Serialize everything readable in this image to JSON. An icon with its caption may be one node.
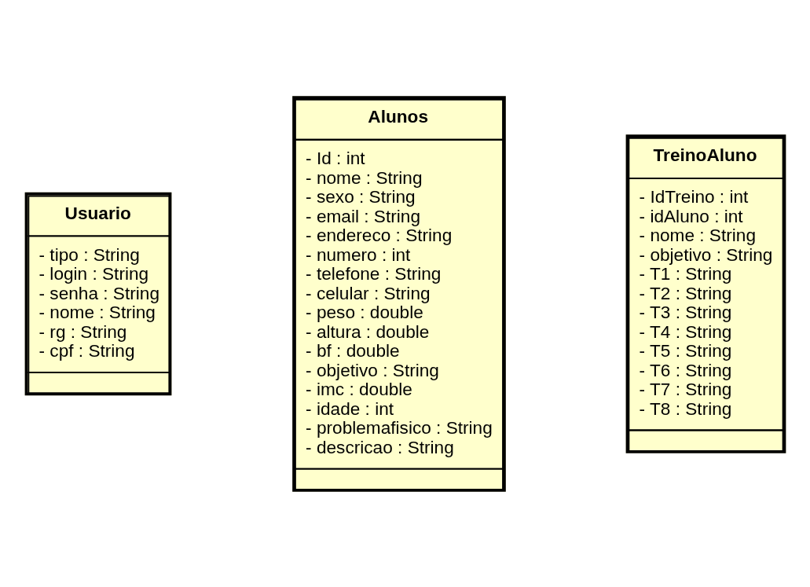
{
  "diagram": {
    "nodes": [
      {
        "text": [
          "Usuario",
          "- tipo : String",
          "- login : String",
          "- senha : String",
          "- nome : String",
          "- rg : String",
          "- cpf : String"
        ]
      },
      {
        "text": [
          "Alunos",
          "- Id : int",
          "- nome : String",
          "- sexo : String",
          "- email : String",
          "- endereco : String",
          "- numero : int",
          "- telefone : String",
          "- celular : String",
          "- peso : double",
          "- altura : double",
          "- bf : double",
          "- objetivo : String",
          "- imc : double",
          "- idade : int",
          "- problemafisico : String",
          "- descricao : String"
        ]
      },
      {
        "text": [
          "TreinoAluno",
          "- IdTreino : int",
          "- idAluno : int",
          "- nome : String",
          "- objetivo : String",
          "- T1 : String",
          "- T2 : String",
          "- T3 : String",
          "- T4 : String",
          "- T5 : String",
          "- T6 : String",
          "- T7 : String",
          "- T8 : String"
        ]
      }
    ]
  }
}
